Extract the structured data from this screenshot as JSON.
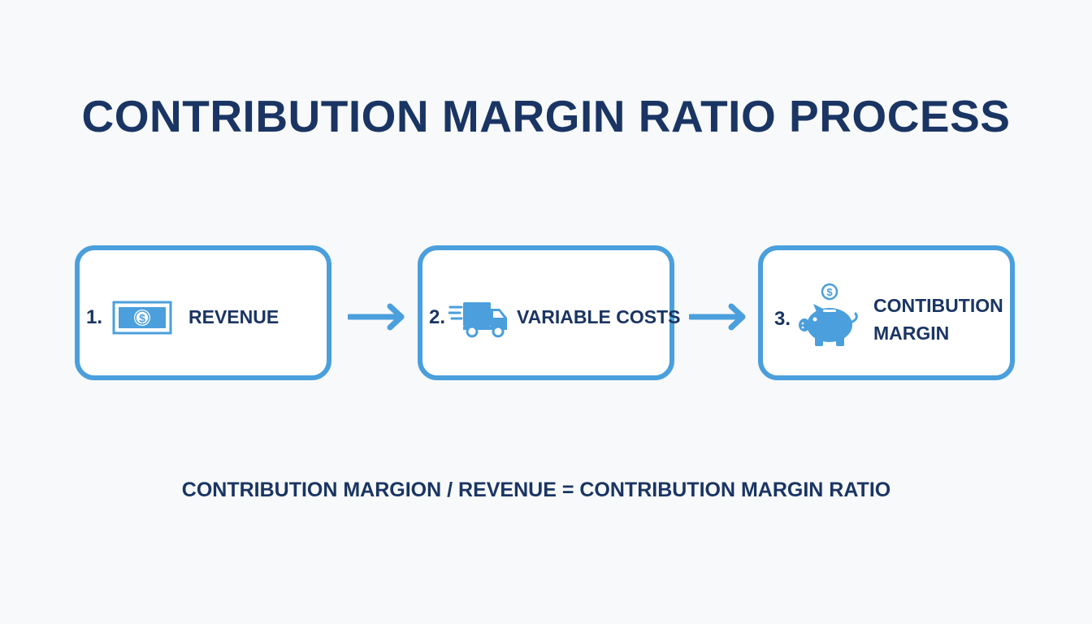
{
  "title": "CONTRIBUTION MARGIN RATIO PROCESS",
  "steps": [
    {
      "number": "1.",
      "label": "REVENUE",
      "icon": "money-bill-icon"
    },
    {
      "number": "2.",
      "label": "VARIABLE COSTS",
      "icon": "delivery-truck-icon"
    },
    {
      "number": "3.",
      "label_line1": "CONTIBUTION",
      "label_line2": "MARGIN",
      "icon": "piggy-bank-icon"
    }
  ],
  "formula": "CONTRIBUTION MARGION / REVENUE = CONTRIBUTION MARGIN RATIO",
  "colors": {
    "accent": "#4a9fdc",
    "text": "#1a3563",
    "background": "#f7f9fa"
  }
}
